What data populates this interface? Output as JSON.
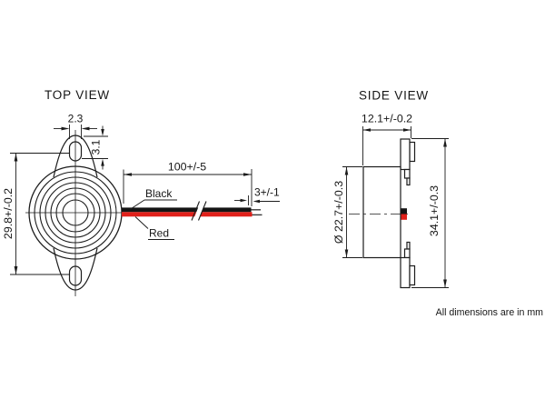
{
  "note": "All dimensions are in mm",
  "top_view": {
    "label": "TOP VIEW",
    "dim_hole_width": "2.3",
    "dim_hole_height": "3.1",
    "dim_mount_centers": "29.8+/-0.2",
    "dim_wire_length": "100+/-5",
    "dim_strip_length": "3+/-1",
    "label_black_wire": "Black",
    "label_red_wire": "Red"
  },
  "side_view": {
    "label": "SIDE VIEW",
    "dim_width": "12.1+/-0.2",
    "dim_diameter": "Ø 22.7+/-0.3",
    "dim_height": "34.1+/-0.3"
  },
  "colors": {
    "wire_black": "#141414",
    "wire_red": "#e0201a",
    "line": "#1c1c1c"
  }
}
